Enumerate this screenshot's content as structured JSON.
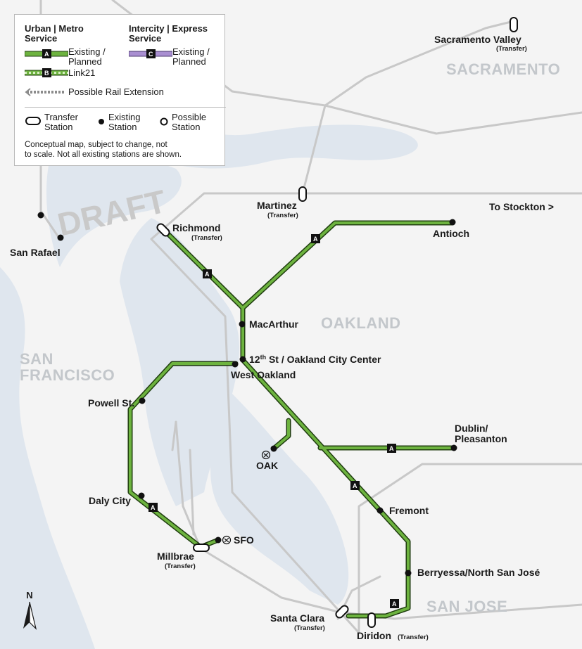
{
  "watermark": "DRAFT",
  "colors": {
    "water": "#dfe6ee",
    "land": "#f4f4f4",
    "rail_existing": "#c8c8c8",
    "urban_metro": "#6db33f",
    "intercity": "#a98fd1",
    "badge": "#111111"
  },
  "legend": {
    "urban_heading": "Urban | Metro Service",
    "urban_heading_line1": "Urban | Metro",
    "urban_heading_line2": "Service",
    "intercity_heading_line1": "Intercity | Express",
    "intercity_heading_line2": "Service",
    "existing_planned_line1": "Existing /",
    "existing_planned_line2": "Planned",
    "link21": "Link21",
    "extension": "Possible Rail Extension",
    "transfer_line1": "Transfer",
    "transfer_line2": "Station",
    "existing_station_line1": "Existing",
    "existing_station_line2": "Station",
    "possible_station_line1": "Possible",
    "possible_station_line2": "Station",
    "note_line1": "Conceptual map, subject to change, not",
    "note_line2": "to scale. Not all existing stations are shown.",
    "badge_a": "A",
    "badge_b": "B",
    "badge_c": "C"
  },
  "regions": {
    "sacramento": "SACRAMENTO",
    "oakland": "OAKLAND",
    "sf_line1": "SAN",
    "sf_line2": "FRANCISCO",
    "san_jose": "SAN JOSE"
  },
  "stations": {
    "sacramento_valley": "Sacramento Valley",
    "martinez": "Martinez",
    "richmond": "Richmond",
    "antioch": "Antioch",
    "san_rafael": "San Rafael",
    "macarthur": "MacArthur",
    "twelfth_pre": "12",
    "twelfth_sup": "th",
    "twelfth_post": " St / Oakland City Center",
    "west_oakland": "West Oakland",
    "powell": "Powell St.",
    "dublin_line1": "Dublin/",
    "dublin_line2": "Pleasanton",
    "oak": "OAK",
    "fremont": "Fremont",
    "daly_city": "Daly City",
    "sfo": "SFO",
    "millbrae": "Millbrae",
    "berryessa": "Berryessa/North San José",
    "santa_clara": "Santa Clara",
    "diridon": "Diridon",
    "transfer_tag": "(Transfer)"
  },
  "to_stockton": "To Stockton >",
  "line_badge": "A",
  "north": "N"
}
